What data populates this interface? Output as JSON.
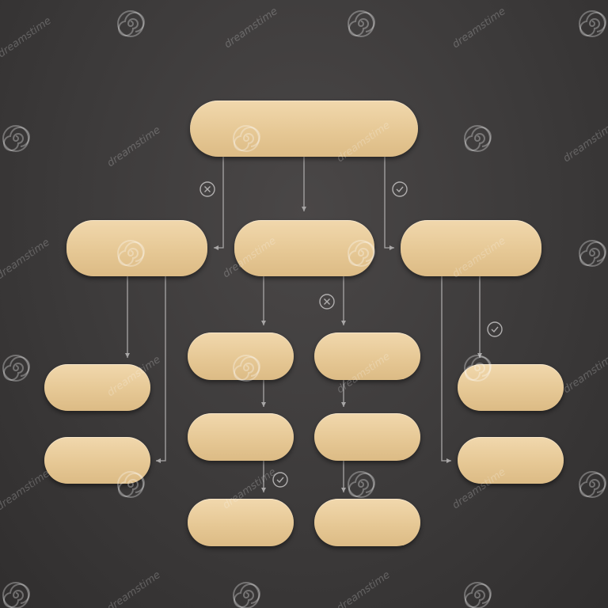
{
  "diagram": {
    "type": "flowchart",
    "background_color": "#3d3b3b",
    "node_color": "#e6c895",
    "connector_color": "#a8a6a6",
    "nodes": [
      {
        "id": "root",
        "label": ""
      },
      {
        "id": "left",
        "label": ""
      },
      {
        "id": "center",
        "label": ""
      },
      {
        "id": "right",
        "label": ""
      },
      {
        "id": "left-1",
        "label": ""
      },
      {
        "id": "left-2",
        "label": ""
      },
      {
        "id": "center-a-1",
        "label": ""
      },
      {
        "id": "center-a-2",
        "label": ""
      },
      {
        "id": "center-a-3",
        "label": ""
      },
      {
        "id": "center-b-1",
        "label": ""
      },
      {
        "id": "center-b-2",
        "label": ""
      },
      {
        "id": "center-b-3",
        "label": ""
      },
      {
        "id": "right-1",
        "label": ""
      },
      {
        "id": "right-2",
        "label": ""
      }
    ],
    "edges": [
      {
        "from": "root",
        "to": "left",
        "marker": "cross-icon"
      },
      {
        "from": "root",
        "to": "center",
        "marker": null
      },
      {
        "from": "root",
        "to": "right",
        "marker": "check-icon"
      },
      {
        "from": "left",
        "to": "left-1",
        "marker": null
      },
      {
        "from": "left",
        "to": "left-2",
        "marker": null
      },
      {
        "from": "center",
        "to": "center-a-1",
        "marker": null
      },
      {
        "from": "center",
        "to": "center-b-1",
        "marker": "cross-icon"
      },
      {
        "from": "center-a-1",
        "to": "center-a-2",
        "marker": null
      },
      {
        "from": "center-a-2",
        "to": "center-a-3",
        "marker": "check-icon"
      },
      {
        "from": "center-b-1",
        "to": "center-b-2",
        "marker": null
      },
      {
        "from": "center-b-2",
        "to": "center-b-3",
        "marker": null
      },
      {
        "from": "right",
        "to": "right-1",
        "marker": "check-icon"
      },
      {
        "from": "right",
        "to": "right-2",
        "marker": null
      }
    ]
  },
  "watermark": {
    "text": "dreamstime",
    "icon": "spiral-logo-icon"
  }
}
